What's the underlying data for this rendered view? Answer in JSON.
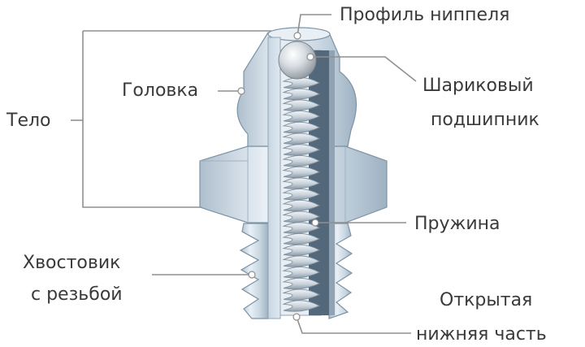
{
  "labels": {
    "nipple_profile": "Профиль ниппеля",
    "head": "Головка",
    "body": "Тело",
    "ball_bearing_line1": "Шариковый",
    "ball_bearing_line2": "подшипник",
    "spring": "Пружина",
    "threaded_shank_line1": "Хвостовик",
    "threaded_shank_line2": "с резьбой",
    "open_bottom_line1": "Открытая",
    "open_bottom_line2": "нижняя часть"
  },
  "colors": {
    "metal_light": "#e4ecf3",
    "metal_mid": "#c3d2de",
    "metal_dark": "#8fa3b4",
    "cavity": "#4f6273",
    "spring_light": "#e8edf2",
    "spring_dark": "#9aa9b6",
    "leader": "#8f8f8f",
    "text": "#3a3a3a"
  }
}
